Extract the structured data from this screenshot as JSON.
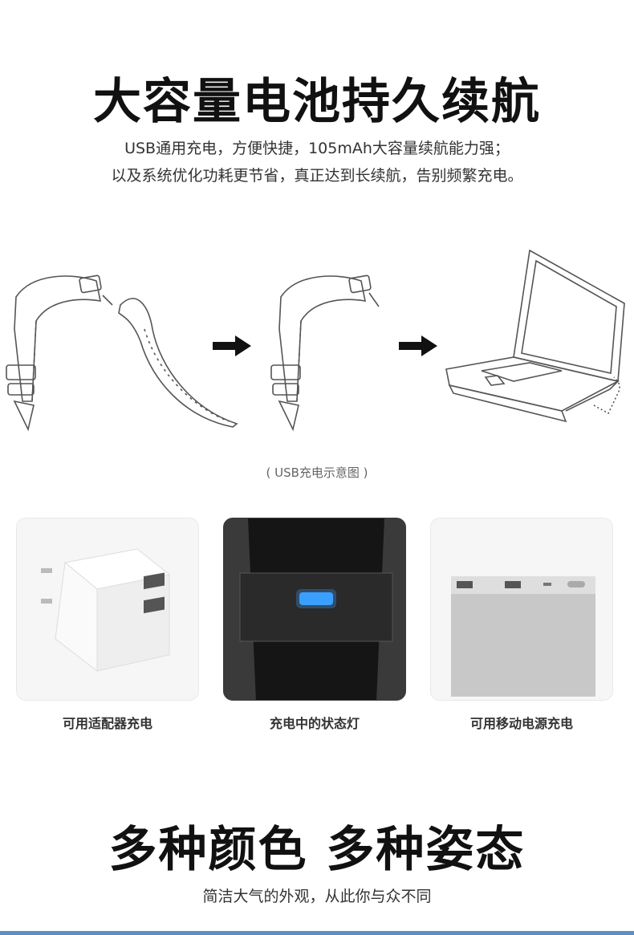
{
  "section1": {
    "title": "大容量电池持久续航",
    "desc_line1": "USB通用充电，方便快捷，105mAh大容量续航能力强；",
    "desc_line2": "以及系统优化功耗更节省，真正达到长续航，告别频繁充电。",
    "diagram_caption": "( USB充电示意图 )"
  },
  "cards": [
    {
      "label": "可用适配器充电",
      "icon": "wall-adapter"
    },
    {
      "label": "充电中的状态灯",
      "icon": "charging-indicator",
      "indicator_color": "#3aa0ff"
    },
    {
      "label": "可用移动电源充电",
      "icon": "power-bank"
    }
  ],
  "section2": {
    "title": "多种颜色 多种姿态",
    "desc": "简洁大气的外观，从此你与众不同"
  },
  "colors": {
    "accent_line": "#5a8fc0",
    "indicator": "#3aa0ff"
  }
}
